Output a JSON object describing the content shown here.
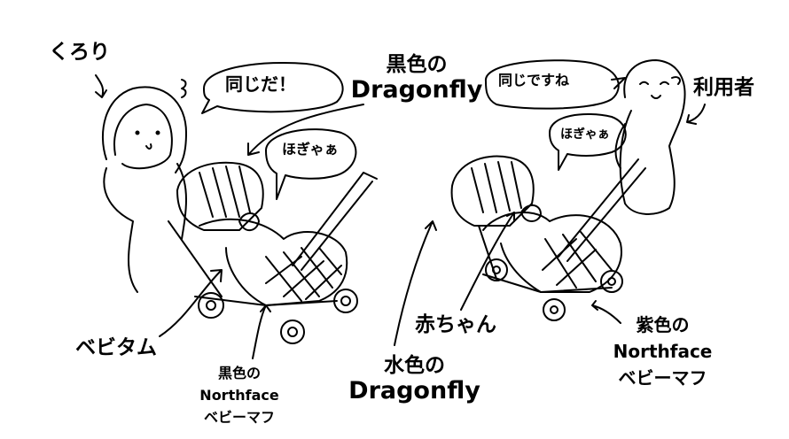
{
  "labels": {
    "kurori": "くろり",
    "onaji_da": "同じだ！",
    "black_dragonfly_1": "黒色の",
    "black_dragonfly_2": "Dragonfly",
    "onaji_desune": "同じですね",
    "user": "利用者",
    "hogyaa_left": "ほぎゃぁ",
    "hogyaa_right": "ほぎゃぁ",
    "babytam": "ベビタム",
    "black_northface_1": "黒色の",
    "black_northface_2": "Northface",
    "black_northface_3": "ベビーマフ",
    "light_blue_dragonfly_1": "水色の",
    "light_blue_dragonfly_2": "Dragonfly",
    "baby": "赤ちゃん",
    "purple_northface_1": "紫色の",
    "purple_northface_2": "Northface",
    "purple_northface_3": "ベビーマフ"
  },
  "colors": {
    "ink": "#000000",
    "background": "#ffffff"
  }
}
